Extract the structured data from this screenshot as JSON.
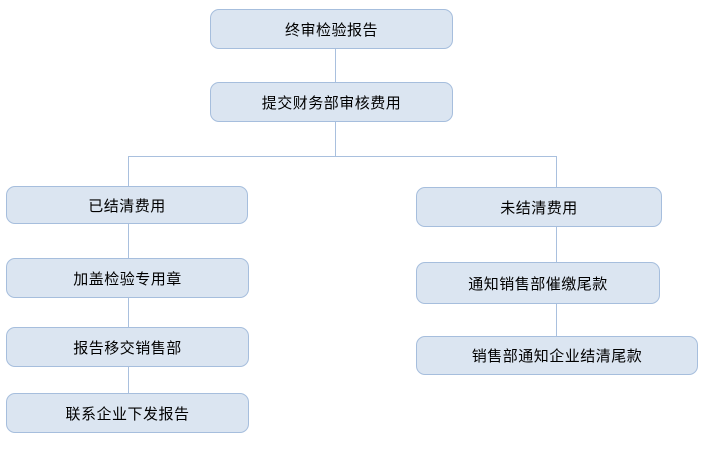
{
  "diagram": {
    "type": "flowchart",
    "nodes": {
      "final_report": "终审检验报告",
      "submit_finance": "提交财务部审核费用",
      "settled": "已结清费用",
      "stamp_seal": "加盖检验专用章",
      "transfer_sales": "报告移交销售部",
      "contact_enterprise": "联系企业下发报告",
      "unsettled": "未结清费用",
      "notify_sales_collect": "通知销售部催缴尾款",
      "sales_notify_settle": "销售部通知企业结清尾款"
    },
    "edges": [
      [
        "final_report",
        "submit_finance"
      ],
      [
        "submit_finance",
        "settled"
      ],
      [
        "submit_finance",
        "unsettled"
      ],
      [
        "settled",
        "stamp_seal"
      ],
      [
        "stamp_seal",
        "transfer_sales"
      ],
      [
        "transfer_sales",
        "contact_enterprise"
      ],
      [
        "unsettled",
        "notify_sales_collect"
      ],
      [
        "notify_sales_collect",
        "sales_notify_settle"
      ]
    ],
    "colors": {
      "node_fill": "#dbe5f1",
      "node_border": "#a6bedd",
      "connector": "#a9c0de",
      "text": "#000000",
      "background": "#ffffff"
    }
  }
}
